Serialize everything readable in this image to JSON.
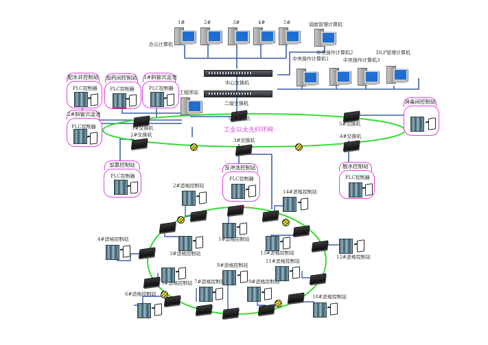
{
  "title": "工业以太光纤环网",
  "colors": {
    "ring": "#33dd33",
    "link": "#3a5fa8",
    "station_border": "#e040e0",
    "title": "#e040e0",
    "fault_marker": "#f3e632"
  },
  "office": {
    "label": "办公计算机",
    "computers": [
      "1#",
      "2#",
      "3#",
      "4#",
      "5#"
    ]
  },
  "dispatch_computer": "调度管理计算机",
  "central_computers": [
    "中央操作计算机1",
    "中央操作计算机2",
    "中央操作计算机3",
    "DLP管理计算机"
  ],
  "core": {
    "center_switch": "中心交换机",
    "secondary_switch": "二级交换机",
    "eng_station": "工程师站"
  },
  "ring_switches": [
    "0#交换机",
    "1#交换机",
    "2#交换机",
    "3#交换机",
    "4#交换机",
    "5#交换机"
  ],
  "plc_label": "PLC控制器",
  "stations": [
    {
      "name": "配水井控制站"
    },
    {
      "name": "加药间控制站"
    },
    {
      "name": "1#斜管沉淀池"
    },
    {
      "name": "2#斜管沉淀池"
    },
    {
      "name": "消毒间控制站"
    },
    {
      "name": "加氯控制站"
    },
    {
      "name": "反冲洗控制站"
    },
    {
      "name": "脱水控制站"
    }
  ],
  "filter_stations": [
    "1#滤格控制站",
    "2#滤格控制站",
    "3#滤格控制站",
    "4#滤格控制站",
    "5#滤格控制站",
    "6#滤格控制站",
    "7#滤格控制站",
    "8#滤格控制站",
    "9#滤格控制站",
    "10#滤格控制站",
    "11#滤格控制站",
    "12#滤格控制站",
    "13#滤格控制站",
    "14#滤格控制站"
  ]
}
